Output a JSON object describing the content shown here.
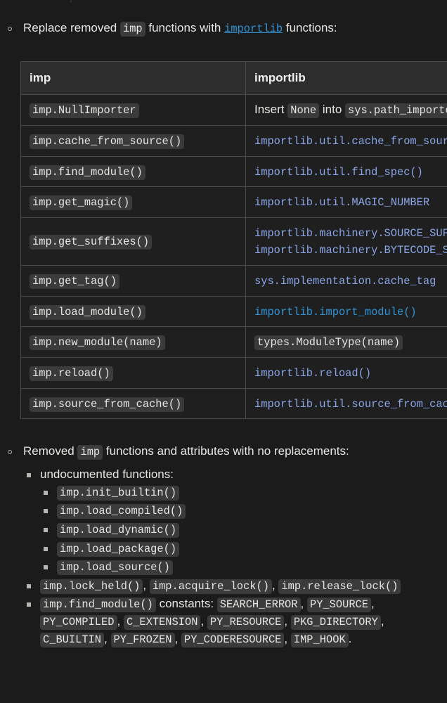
{
  "top_clip_remnant": "·",
  "intro": {
    "bullet_icon": "circle-outline-bullet",
    "text_before": "Replace removed ",
    "code_imp": "imp",
    "text_middle": " functions with ",
    "link_importlib": "importlib",
    "text_after": " functions:"
  },
  "table": {
    "headers": [
      "imp",
      "importlib"
    ],
    "rows": [
      {
        "left": "imp.NullImporter",
        "left_style": "code",
        "right_parts": [
          {
            "text": "Insert ",
            "style": "plain"
          },
          {
            "text": "None",
            "style": "code"
          },
          {
            "text": " into ",
            "style": "plain"
          },
          {
            "text": "sys.path_importer_cache",
            "style": "code"
          }
        ]
      },
      {
        "left": "imp.cache_from_source()",
        "left_style": "code",
        "right_parts": [
          {
            "text": "importlib.util.cache_from_source()",
            "style": "link"
          }
        ]
      },
      {
        "left": "imp.find_module()",
        "left_style": "code",
        "right_parts": [
          {
            "text": "importlib.util.find_spec()",
            "style": "link"
          }
        ]
      },
      {
        "left": "imp.get_magic()",
        "left_style": "code",
        "right_parts": [
          {
            "text": "importlib.util.MAGIC_NUMBER",
            "style": "link"
          }
        ]
      },
      {
        "left": "imp.get_suffixes()",
        "left_style": "code",
        "right_lines": [
          "importlib.machinery.SOURCE_SUFFIXES",
          "importlib.machinery.BYTECODE_SUFFIXES"
        ],
        "right_lines_style": "link"
      },
      {
        "left": "imp.get_tag()",
        "left_style": "code",
        "right_parts": [
          {
            "text": "sys.implementation.cache_tag",
            "style": "link"
          }
        ]
      },
      {
        "left": "imp.load_module()",
        "left_style": "code",
        "right_parts": [
          {
            "text": "importlib.import_module()",
            "style": "brightlink"
          }
        ]
      },
      {
        "left": "imp.new_module(name)",
        "left_style": "code",
        "right_parts": [
          {
            "text": "types.ModuleType(name)",
            "style": "code"
          }
        ]
      },
      {
        "left": "imp.reload()",
        "left_style": "code",
        "right_parts": [
          {
            "text": "importlib.reload()",
            "style": "link"
          }
        ]
      },
      {
        "left": "imp.source_from_cache()",
        "left_style": "code",
        "right_parts": [
          {
            "text": "importlib.util.source_from_cache()",
            "style": "link"
          }
        ]
      }
    ]
  },
  "removed": {
    "bullet_icon": "circle-outline-bullet",
    "heading_before": "Removed ",
    "heading_code": "imp",
    "heading_after": " functions and attributes with no replacements:",
    "undocumented_label": "undocumented functions:",
    "undocumented_items": [
      "imp.init_builtin()",
      "imp.load_compiled()",
      "imp.load_dynamic()",
      "imp.load_package()",
      "imp.load_source()"
    ],
    "locks": [
      {
        "text": "imp.lock_held()",
        "style": "code"
      },
      {
        "text": ", ",
        "style": "plain"
      },
      {
        "text": "imp.acquire_lock()",
        "style": "code"
      },
      {
        "text": ", ",
        "style": "plain"
      },
      {
        "text": "imp.release_lock()",
        "style": "code"
      }
    ],
    "constants_line": [
      {
        "text": "imp.find_module()",
        "style": "code"
      },
      {
        "text": " constants: ",
        "style": "plain"
      },
      {
        "text": "SEARCH_ERROR",
        "style": "code"
      },
      {
        "text": ", ",
        "style": "plain"
      },
      {
        "text": "PY_SOURCE",
        "style": "code"
      },
      {
        "text": ", ",
        "style": "plain"
      },
      {
        "text": "PY_COMPILED",
        "style": "code"
      },
      {
        "text": ", ",
        "style": "plain"
      },
      {
        "text": "C_EXTENSION",
        "style": "code"
      },
      {
        "text": ", ",
        "style": "plain"
      },
      {
        "text": "PY_RESOURCE",
        "style": "code"
      },
      {
        "text": ", ",
        "style": "plain"
      },
      {
        "text": "PKG_DIRECTORY",
        "style": "code"
      },
      {
        "text": ", ",
        "style": "plain"
      },
      {
        "text": "C_BUILTIN",
        "style": "code"
      },
      {
        "text": ", ",
        "style": "plain"
      },
      {
        "text": "PY_FROZEN",
        "style": "code"
      },
      {
        "text": ", ",
        "style": "plain"
      },
      {
        "text": "PY_CODERESOURCE",
        "style": "code"
      },
      {
        "text": ", ",
        "style": "plain"
      },
      {
        "text": "IMP_HOOK",
        "style": "code"
      },
      {
        "text": ".",
        "style": "plain"
      }
    ]
  },
  "colors": {
    "page_background": "#1b1b1b",
    "table_row_background": "#1f1f1f",
    "table_header_background": "#2d2d2d",
    "table_border": "#4a4a4a",
    "code_background": "#3b3b3b",
    "text": "#e8e6e3",
    "code_link_blue": "#8ba6e8",
    "bright_link_blue": "#3194d6"
  }
}
